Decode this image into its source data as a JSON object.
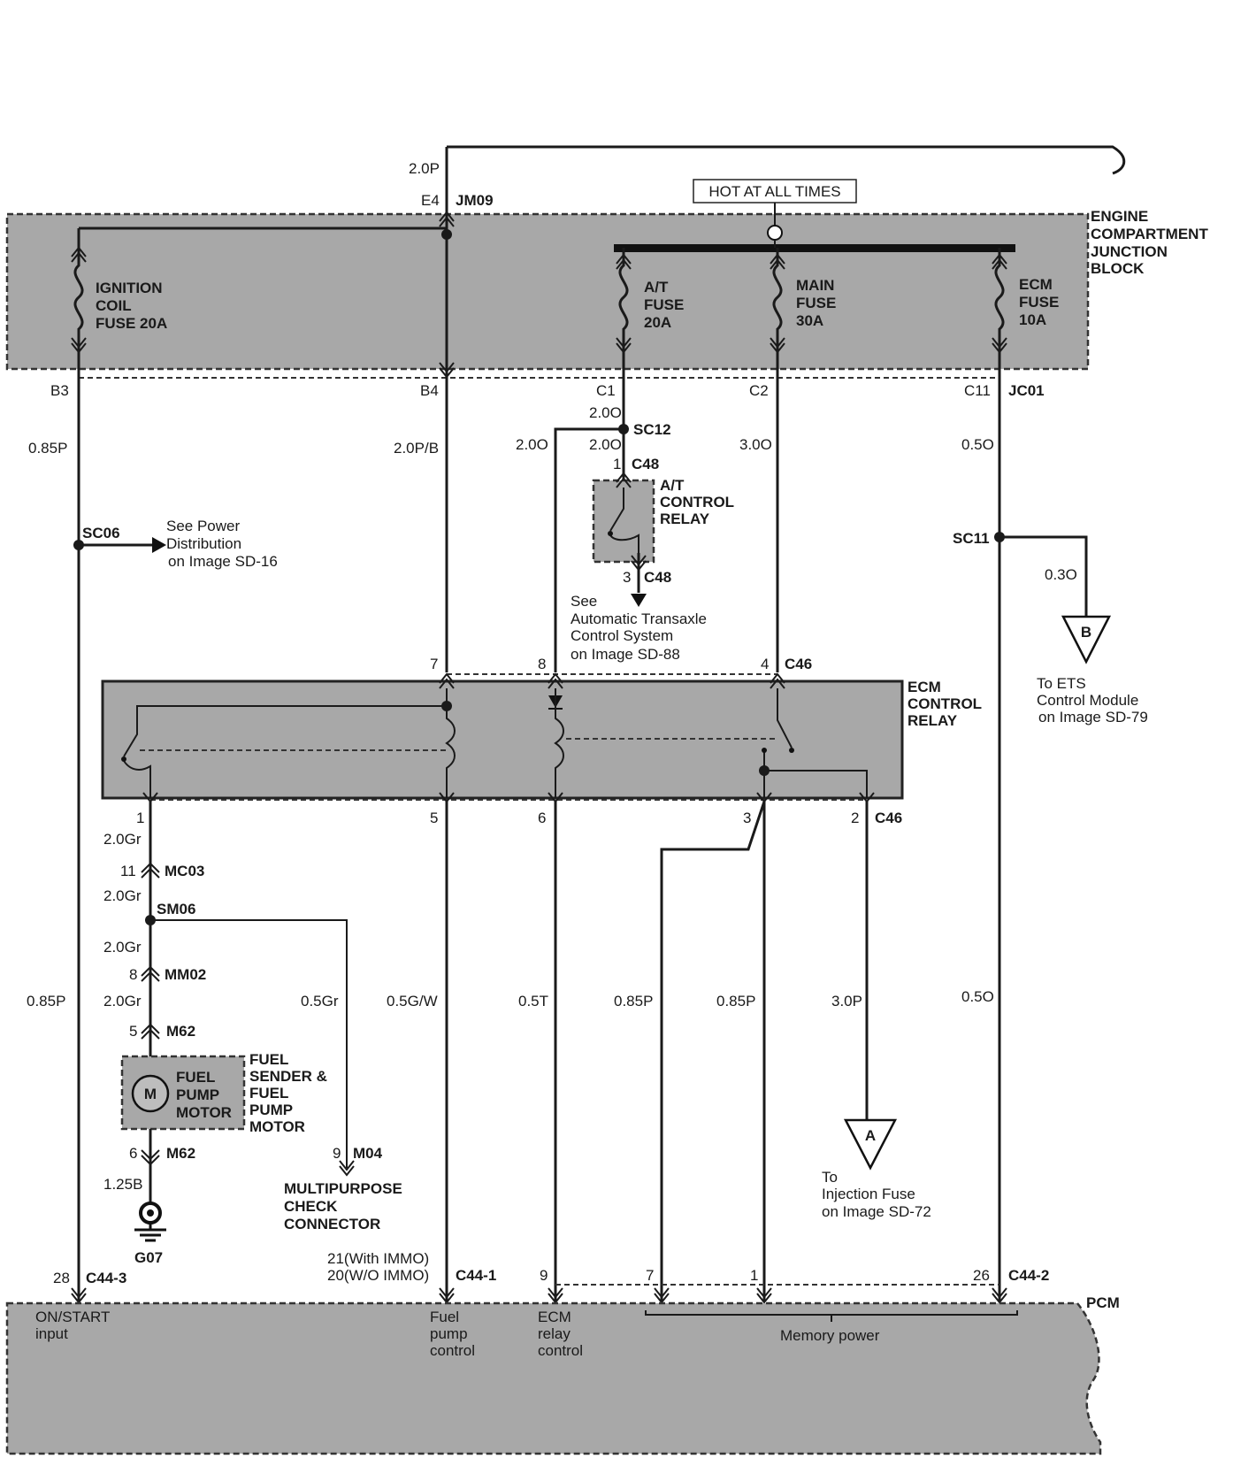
{
  "blocks": {
    "hot_label": "HOT AT ALL TIMES",
    "junction_block": [
      "ENGINE",
      "COMPARTMENT",
      "JUNCTION",
      "BLOCK"
    ],
    "ecm_relay": [
      "ECM",
      "CONTROL",
      "RELAY"
    ],
    "at_relay": [
      "A/T",
      "CONTROL",
      "RELAY"
    ],
    "pcm": "PCM",
    "fuel_pump_box": [
      "FUEL",
      "PUMP",
      "MOTOR"
    ],
    "fuel_sender": [
      "FUEL",
      "SENDER &",
      "FUEL",
      "PUMP",
      "MOTOR"
    ],
    "motor_symbol": "M",
    "mpc": [
      "MULTIPURPOSE",
      "CHECK",
      "CONNECTOR"
    ]
  },
  "fuses": {
    "ignition": [
      "IGNITION",
      "COIL",
      "FUSE 20A"
    ],
    "at": [
      "A/T",
      "FUSE",
      "20A"
    ],
    "main": [
      "MAIN",
      "FUSE",
      "30A"
    ],
    "ecm": [
      "ECM",
      "FUSE",
      "10A"
    ]
  },
  "connectors": {
    "jm09": "JM09",
    "e4": "E4",
    "b3": "B3",
    "b4": "B4",
    "c1": "C1",
    "c2": "C2",
    "c11": "C11",
    "jc01": "JC01",
    "sc12": "SC12",
    "sc06": "SC06",
    "sc11": "SC11",
    "c48": "C48",
    "c48_pin1": "1",
    "c48_pin3": "3",
    "c46": "C46",
    "relay_pin7": "7",
    "relay_pin8": "8",
    "relay_pin4": "4",
    "relay_pin1": "1",
    "relay_pin5": "5",
    "relay_pin6": "6",
    "relay_pin3": "3",
    "relay_pin2": "2",
    "mc03": "MC03",
    "mc03_pin": "11",
    "sm06": "SM06",
    "mm02": "MM02",
    "mm02_pin": "8",
    "m62": "M62",
    "m62_pin5": "5",
    "m62_pin6": "6",
    "m04": "M04",
    "m04_pin": "9",
    "g07": "G07",
    "c44_3": "C44-3",
    "c44_3_pin": "28",
    "c44_1": "C44-1",
    "c44_1_pin_a": "21(With IMMO)",
    "c44_1_pin_b": "20(W/O IMMO)",
    "c44_pin9": "9",
    "c44_pin7": "7",
    "c44_pin1": "1",
    "c44_2": "C44-2",
    "c44_2_pin": "26",
    "offpage_a": "A",
    "offpage_b": "B"
  },
  "wires": {
    "top": "2.0P",
    "b3_wire": "0.85P",
    "b4_wire": "2.0P/B",
    "c1_wire": "2.0O",
    "sc12_left": "2.0O",
    "sc12_down": "2.0O",
    "c2_wire": "3.0O",
    "c11_wire": "0.5O",
    "sc11_branch": "0.3O",
    "gr1": "2.0Gr",
    "gr2": "2.0Gr",
    "gr3": "2.0Gr",
    "gr4": "2.0Gr",
    "mpc_wire": "0.5Gr",
    "gw": "0.5G/W",
    "t": "0.5T",
    "p1": "0.85P",
    "p2": "0.85P",
    "p3": "3.0P",
    "o_low": "0.5O",
    "left_low": "0.85P",
    "ground_wire": "1.25B"
  },
  "refs": {
    "power": [
      "See Power",
      "Distribution",
      "on Image SD-16"
    ],
    "atcs": [
      "See",
      "Automatic Transaxle",
      "Control System",
      "on Image SD-88"
    ],
    "ets": [
      "To ETS",
      "Control Module",
      "on Image SD-79"
    ],
    "inj": [
      "To",
      "Injection Fuse",
      "on Image SD-72"
    ]
  },
  "pcm_inputs": {
    "on_start": [
      "ON/START",
      "input"
    ],
    "fuel": [
      "Fuel",
      "pump",
      "control"
    ],
    "ecm": [
      "ECM",
      "relay",
      "control"
    ],
    "memory": "Memory power"
  }
}
